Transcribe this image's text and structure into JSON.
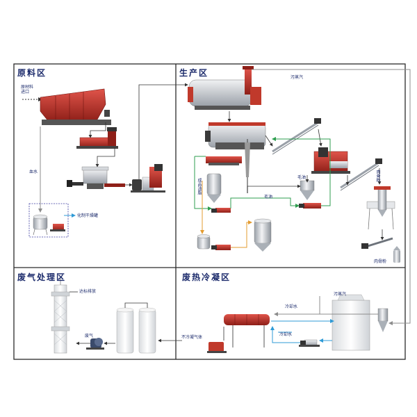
{
  "zones": {
    "raw": "原料区",
    "production": "生产区",
    "exhaust": "废气处理区",
    "condense": "废热冷凝区"
  },
  "labels": {
    "raw_inlet": "原材料\n进口",
    "blood_water": "血水",
    "to_tank": "化制干燥罐",
    "waste_steam_top": "污蒸汽",
    "finished_oil": "成品油脂",
    "crude_oil_1": "毛油",
    "crude_oil_2": "毛油",
    "meat_bone_meal_1": "肉骨粉",
    "meat_bone_meal_2": "肉骨粉",
    "discharge": "达标排放",
    "waste_gas": "废气",
    "non_condensable": "不冷凝气体",
    "waste_steam_cond": "污蒸汽",
    "cooling_water_1": "冷却水",
    "cooling_water_2": "冷却水"
  },
  "colors": {
    "frame": "#2a2a2a",
    "zone_title": "#1b2a6b",
    "machine_red": "#c0392b",
    "steel": "#b8bcc4",
    "flow_dark": "#333333",
    "flow_green": "#2e9e4f",
    "flow_orange": "#e39b2f",
    "flow_blue": "#2f9bd7",
    "flow_grey": "#8c8c8c",
    "dashed_box": "#3a3aa0"
  }
}
